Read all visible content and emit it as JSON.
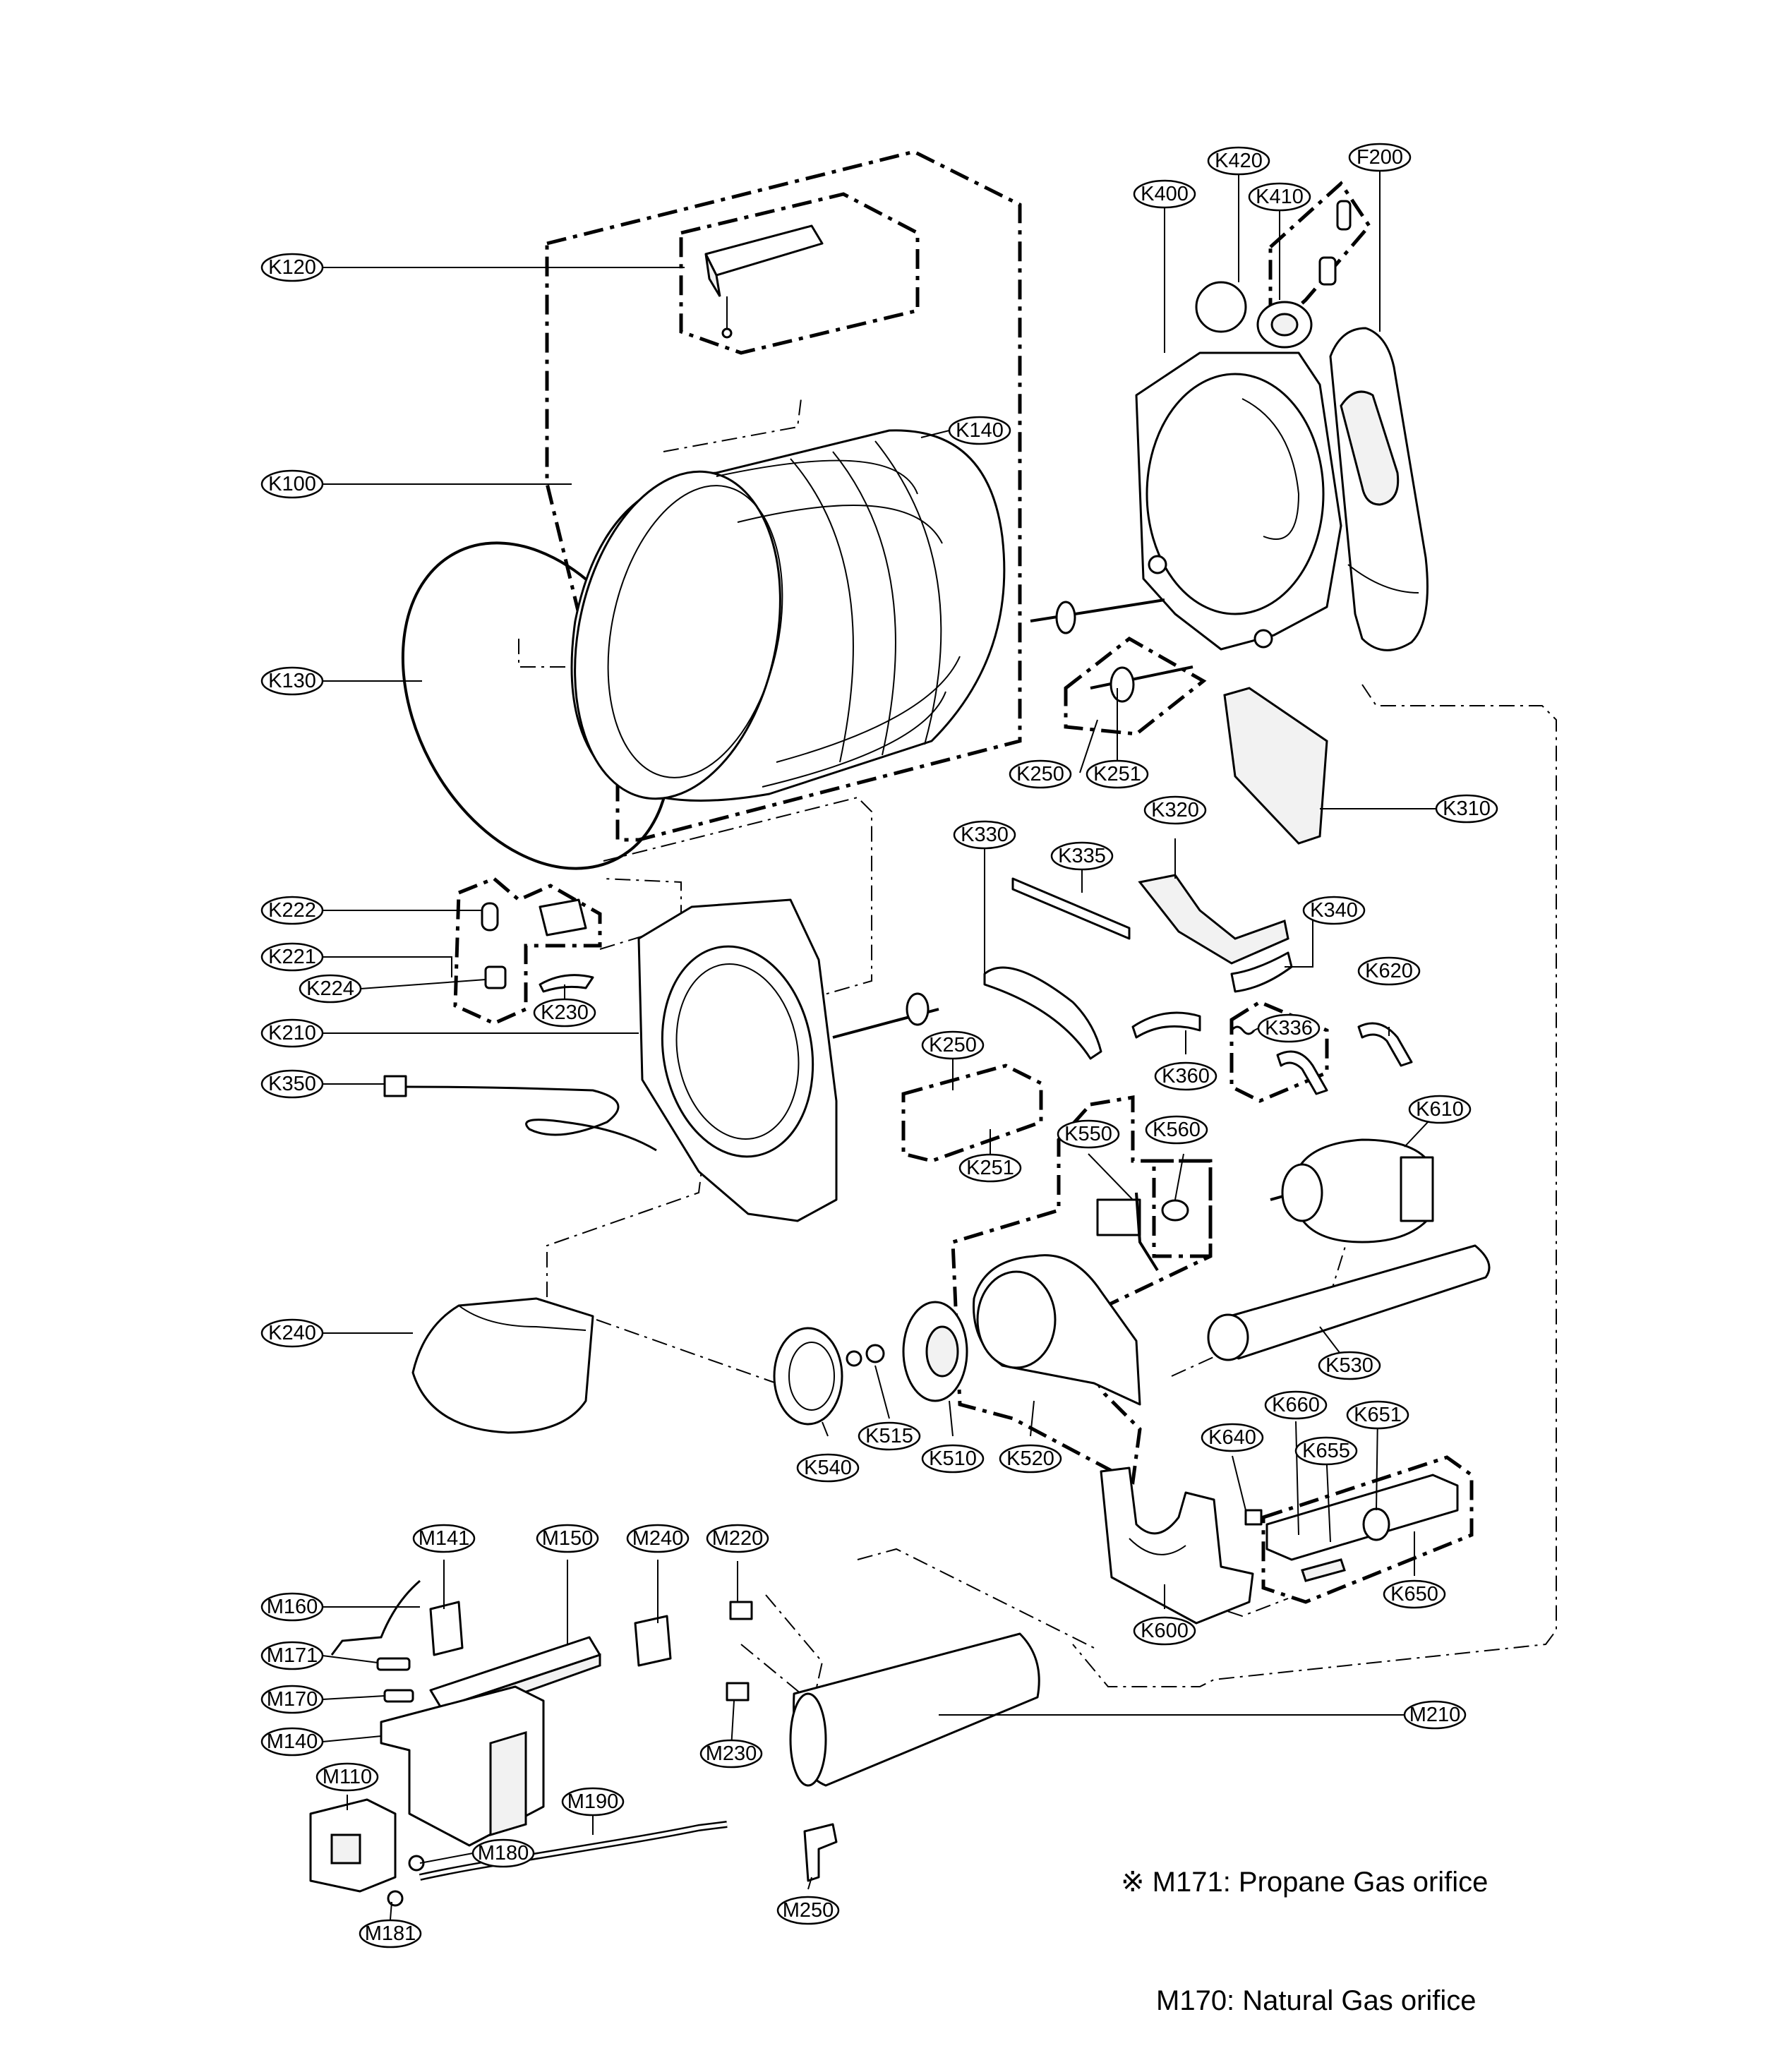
{
  "callouts": {
    "K120": "K120",
    "K100": "K100",
    "K130": "K130",
    "K140": "K140",
    "K400": "K400",
    "K420": "K420",
    "K410": "K410",
    "F200": "F200",
    "K250a": "K250",
    "K251a": "K251",
    "K310": "K310",
    "K320": "K320",
    "K330": "K330",
    "K335": "K335",
    "K340": "K340",
    "K222": "K222",
    "K221": "K221",
    "K224": "K224",
    "K230": "K230",
    "K210": "K210",
    "K350": "K350",
    "K250b": "K250",
    "K251b": "K251",
    "K360": "K360",
    "K336": "K336",
    "K620": "K620",
    "K610": "K610",
    "K550": "K550",
    "K560": "K560",
    "K240": "K240",
    "K530": "K530",
    "K540": "K540",
    "K515": "K515",
    "K510": "K510",
    "K520": "K520",
    "K640": "K640",
    "K660": "K660",
    "K651": "K651",
    "K655": "K655",
    "K650": "K650",
    "K600": "K600",
    "M141": "M141",
    "M150": "M150",
    "M240": "M240",
    "M220": "M220",
    "M160": "M160",
    "M171": "M171",
    "M170": "M170",
    "M140": "M140",
    "M110": "M110",
    "M230": "M230",
    "M210": "M210",
    "M190": "M190",
    "M180": "M180",
    "M181": "M181",
    "M250": "M250"
  },
  "notes": {
    "line1": "※ M171: Propane Gas orifice",
    "line2": "M170: Natural Gas orifice"
  }
}
